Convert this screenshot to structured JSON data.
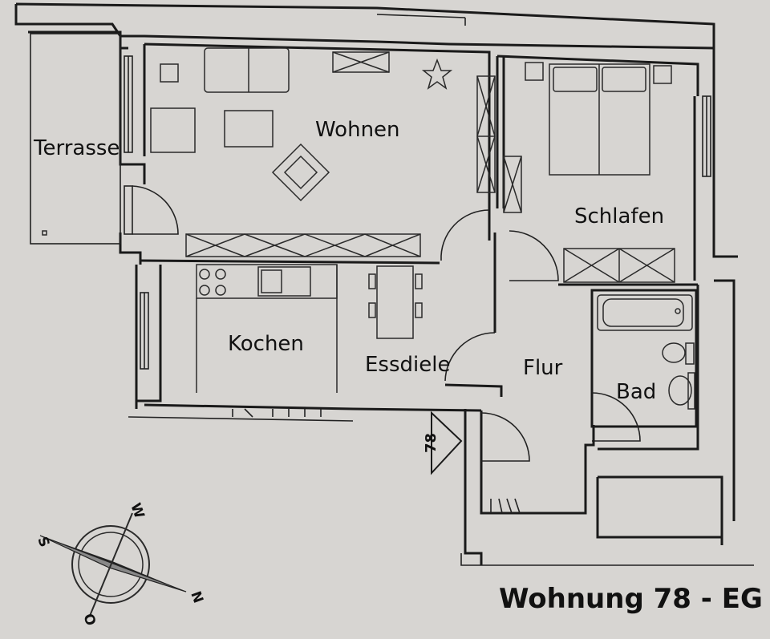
{
  "rooms": {
    "terrasse": "Terrasse",
    "wohnen": "Wohnen",
    "schlafen": "Schlafen",
    "kochen": "Kochen",
    "essdiele": "Essdiele",
    "flur": "Flur",
    "bad": "Bad"
  },
  "entrance_marker": "78",
  "title": "Wohnung 78 - EG",
  "compass": {
    "n": "N",
    "s": "S",
    "o": "O",
    "w": "W"
  }
}
